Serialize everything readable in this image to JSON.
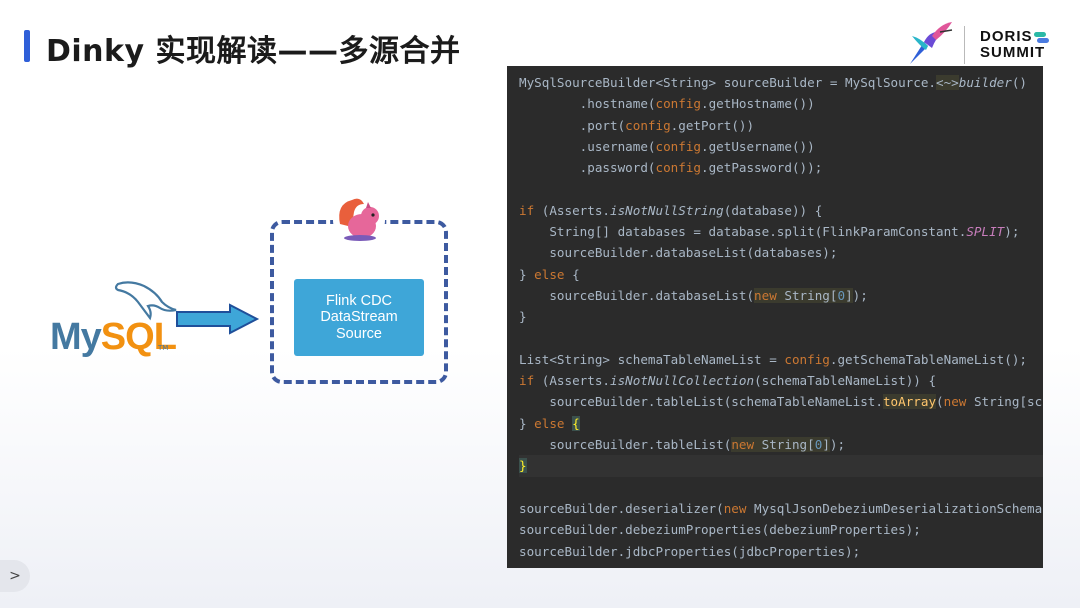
{
  "title": "Dinky 实现解读——多源合并",
  "brand": {
    "line1": "DORIS",
    "line2": "SUMMIT"
  },
  "diagram": {
    "mysql_part1": "My",
    "mysql_part2": "SQL",
    "mysql_tm": "TM",
    "cdc_line1": "Flink CDC",
    "cdc_line2": "DataStream",
    "cdc_line3": "Source"
  },
  "code": {
    "l1a": "MySqlSourceBuilder<String> sourceBuilder = MySqlSource.",
    "l1b": "<~>",
    "l1c": "builder",
    "l1d": "()",
    "l2a": "        .hostname(",
    "l2b": "config",
    "l2c": ".getHostname())",
    "l3a": "        .port(",
    "l3b": "config",
    "l3c": ".getPort())",
    "l4a": "        .username(",
    "l4b": "config",
    "l4c": ".getUsername())",
    "l5a": "        .password(",
    "l5b": "config",
    "l5c": ".getPassword());",
    "l7a": "if",
    "l7b": " (Asserts.",
    "l7c": "isNotNullString",
    "l7d": "(database)) {",
    "l8a": "    String[] databases = database.split(FlinkParamConstant.",
    "l8b": "SPLIT",
    "l8c": ");",
    "l9": "    sourceBuilder.databaseList(databases);",
    "l10a": "} ",
    "l10b": "else",
    "l10c": " {",
    "l11a": "    sourceBuilder.databaseList(",
    "l11b": "new",
    "l11c": " String[",
    "l11d": "0",
    "l11e": "]",
    "l11f": ");",
    "l12": "}",
    "l14a": "List<String> schemaTableNameList = ",
    "l14b": "config",
    "l14c": ".getSchemaTableNameList();",
    "l15a": "if",
    "l15b": " (Asserts.",
    "l15c": "isNotNullCollection",
    "l15d": "(schemaTableNameList)) {",
    "l16a": "    sourceBuilder.tableList(schemaTableNameList.",
    "l16b": "toArray",
    "l16c": "(",
    "l16d": "new",
    "l16e": " String[sc",
    "l17a": "} ",
    "l17b": "else",
    "l17c": " ",
    "l17d": "{",
    "l18a": "    sourceBuilder.tableList(",
    "l18b": "new",
    "l18c": " String[",
    "l18d": "0",
    "l18e": "]",
    "l18f": ");",
    "l19": "}",
    "l21a": "sourceBuilder.deserializer(",
    "l21b": "new",
    "l21c": " MysqlJsonDebeziumDeserializationSchema",
    "l22": "sourceBuilder.debeziumProperties(debeziumProperties);",
    "l23": "sourceBuilder.jdbcProperties(jdbcProperties);"
  },
  "nav": {
    "next_glyph": ">"
  },
  "colors": {
    "accent": "#2f5fd8",
    "cdc_box": "#3ea6d8",
    "dash": "#3d5aa0",
    "code_bg": "#2b2b2b"
  }
}
